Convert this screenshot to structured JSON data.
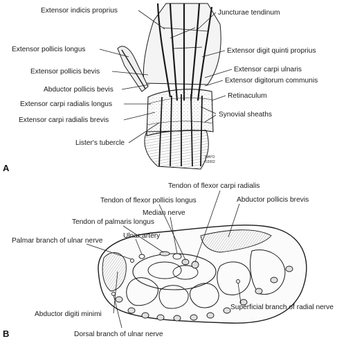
{
  "panels": {
    "a": {
      "letter": "A",
      "labels": {
        "extensor_indicis_proprius": "Extensor indicis proprius",
        "juncturae_tendinum": "Juncturae tendinum",
        "extensor_pollicis_longus": "Extensor pollicis longus",
        "extensor_digit_quinti_proprius": "Extensor digit quinti proprius",
        "extensor_pollicis_bevis": "Extensor pollicis bevis",
        "extensor_carpi_ulnaris": "Extensor carpi ulnaris",
        "abductor_pollicis_bevis": "Abductor pollicis bevis",
        "extensor_digitorum_communis": "Extensor digitorum communis",
        "retinaculum": "Retinaculum",
        "extensor_carpi_radialis_longus": "Extensor carpi radialis longus",
        "synovial_sheaths": "Synovial sheaths",
        "extensor_carpi_radialis_brevis": "Extensor carpi radialis brevis",
        "listers_tubercle": "Lister's tubercle"
      },
      "stamp": {
        "line1": "MAYO",
        "line2": "©2002"
      }
    },
    "b": {
      "letter": "B",
      "labels": {
        "tendon_flexor_carpi_radialis": "Tendon of flexor carpi radialis",
        "tendon_flexor_pollicis_longus": "Tendon of flexor pollicis longus",
        "abductor_pollicis_brevis": "Abductor pollicis brevis",
        "median_nerve": "Median nerve",
        "tendon_palmaris_longus": "Tendon of palmaris longus",
        "ulnar_artery": "Ulnar artery",
        "palmar_branch_ulnar_nerve": "Palmar branch of ulnar nerve",
        "superficial_branch_radial_nerve": "Superficial branch of radial nerve",
        "abductor_digiti_minimi": "Abductor digiti minimi",
        "dorsal_branch_ulnar_nerve": "Dorsal branch of ulnar nerve"
      }
    }
  }
}
